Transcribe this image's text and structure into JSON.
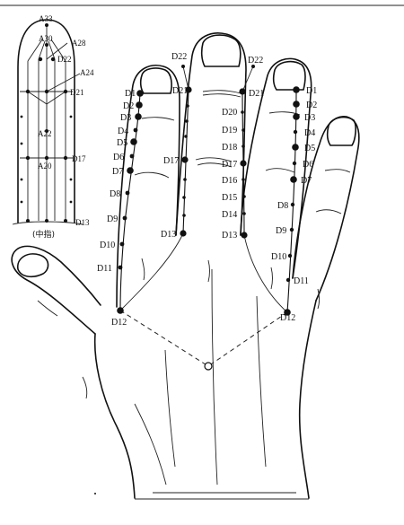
{
  "inset": {
    "caption": "(中指)",
    "labels": {
      "a33": "A33",
      "a30": "A30",
      "a28": "A28",
      "d22": "D22",
      "a24": "A24",
      "d21": "D21",
      "a22": "A22",
      "d17": "D17",
      "a20": "A20",
      "d13": "D13"
    }
  },
  "middle_finger": {
    "d22": "D22",
    "d21": "D21",
    "d17": "D17",
    "d13": "D13"
  },
  "index_finger": {
    "points": [
      "D1",
      "D2",
      "D3",
      "D4",
      "D5",
      "D6",
      "D7",
      "D8",
      "D9",
      "D10",
      "D11",
      "D12"
    ]
  },
  "ring_finger": {
    "d22": "D22",
    "d21": "D21",
    "d20": "D20",
    "d19": "D19",
    "d18": "D18",
    "d17": "D17",
    "d16": "D16",
    "d15": "D15",
    "d14": "D14",
    "d13": "D13"
  },
  "little_finger": {
    "points": [
      "D1",
      "D2",
      "D3",
      "D4",
      "D5",
      "D6",
      "D7",
      "D8",
      "D9",
      "D10",
      "D11",
      "D12"
    ]
  }
}
